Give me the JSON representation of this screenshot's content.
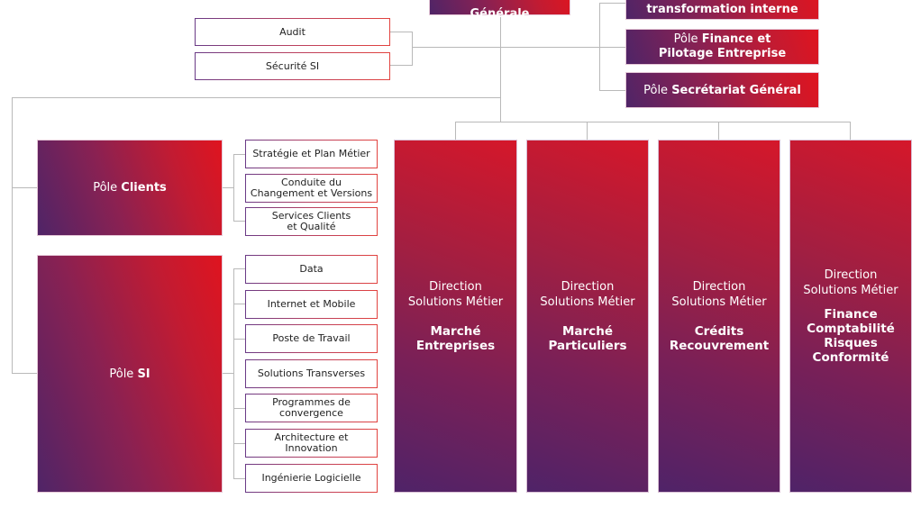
{
  "top": {
    "general_direction": {
      "text": "Générale"
    },
    "right_poles": [
      {
        "prefix": "",
        "bold": "transformation interne"
      },
      {
        "prefix": "Pôle ",
        "bold": "Finance et Pilotage Entreprise"
      },
      {
        "prefix": "Pôle ",
        "bold": "Secrétariat Général"
      }
    ],
    "staff_units": [
      "Audit",
      "Sécurité SI"
    ]
  },
  "left_poles": {
    "clients": {
      "prefix": "Pôle ",
      "bold": "Clients",
      "units": [
        "Stratégie et Plan Métier",
        "Conduite du Changement et Versions",
        "Services Clients et Qualité"
      ]
    },
    "si": {
      "prefix": "Pôle ",
      "bold": "SI",
      "units": [
        "Data",
        "Internet et Mobile",
        "Poste de Travail",
        "Solutions Transverses",
        "Programmes de convergence",
        "Architecture et Innovation",
        "Ingénierie Logicielle"
      ]
    }
  },
  "directions": [
    {
      "line1": "Direction",
      "line2": "Solutions Métier",
      "bold": [
        "Marché",
        "Entreprises"
      ]
    },
    {
      "line1": "Direction",
      "line2": "Solutions Métier",
      "bold": [
        "Marché",
        "Particuliers"
      ]
    },
    {
      "line1": "Direction",
      "line2": "Solutions Métier",
      "bold": [
        "Crédits",
        "Recouvrement"
      ]
    },
    {
      "line1": "Direction",
      "line2": "Solutions Métier",
      "bold": [
        "Finance",
        "Comptabilité",
        "Risques",
        "Conformité"
      ]
    }
  ],
  "colors": {
    "accent_red": "#df141f",
    "accent_purple": "#4f2467",
    "connector": "#b9b9b9"
  }
}
